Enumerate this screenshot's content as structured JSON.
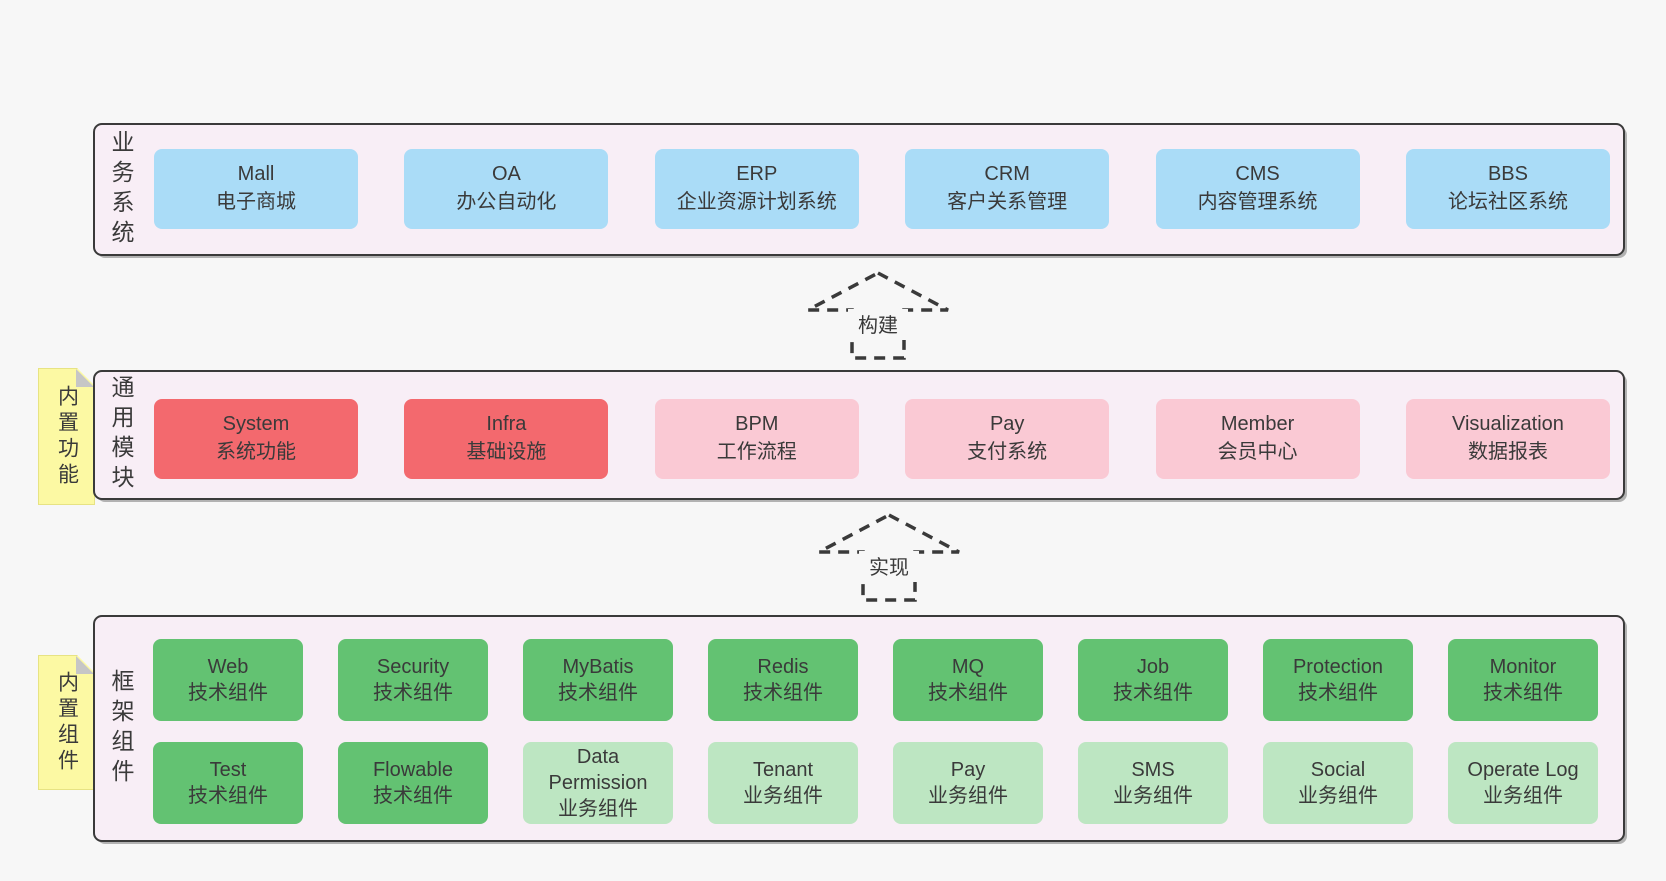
{
  "colors": {
    "page_bg": "#f7f7f7",
    "section_bg": "#f8eef6",
    "section_border": "#3a3a3a",
    "blue_box": "#aadcf7",
    "red_box": "#f3696e",
    "pink_box": "#fac9d4",
    "green_box": "#63c272",
    "light_green_box": "#bde6c2",
    "note_bg": "#fcf9a3",
    "text": "#3a3a3a"
  },
  "business_section": {
    "label": "业务系统",
    "boxes": [
      {
        "title": "Mall",
        "subtitle": "电子商城"
      },
      {
        "title": "OA",
        "subtitle": "办公自动化"
      },
      {
        "title": "ERP",
        "subtitle": "企业资源计划系统"
      },
      {
        "title": "CRM",
        "subtitle": "客户关系管理"
      },
      {
        "title": "CMS",
        "subtitle": "内容管理系统"
      },
      {
        "title": "BBS",
        "subtitle": "论坛社区系统"
      }
    ]
  },
  "build_arrow": {
    "label": "构建"
  },
  "modules_section": {
    "label": "通用模块",
    "note": "内置功能",
    "boxes": [
      {
        "title": "System",
        "subtitle": "系统功能"
      },
      {
        "title": "Infra",
        "subtitle": "基础设施"
      },
      {
        "title": "BPM",
        "subtitle": "工作流程"
      },
      {
        "title": "Pay",
        "subtitle": "支付系统"
      },
      {
        "title": "Member",
        "subtitle": "会员中心"
      },
      {
        "title": "Visualization",
        "subtitle": "数据报表"
      }
    ]
  },
  "implement_arrow": {
    "label": "实现"
  },
  "framework_section": {
    "label": "框架组件",
    "note": "内置组件",
    "row1": [
      {
        "title": "Web",
        "subtitle": "技术组件"
      },
      {
        "title": "Security",
        "subtitle": "技术组件"
      },
      {
        "title": "MyBatis",
        "subtitle": "技术组件"
      },
      {
        "title": "Redis",
        "subtitle": "技术组件"
      },
      {
        "title": "MQ",
        "subtitle": "技术组件"
      },
      {
        "title": "Job",
        "subtitle": "技术组件"
      },
      {
        "title": "Protection",
        "subtitle": "技术组件"
      },
      {
        "title": "Monitor",
        "subtitle": "技术组件"
      }
    ],
    "row2": [
      {
        "title": "Test",
        "subtitle": "技术组件"
      },
      {
        "title": "Flowable",
        "subtitle": "技术组件"
      },
      {
        "title": "Data Permission",
        "subtitle": "业务组件"
      },
      {
        "title": "Tenant",
        "subtitle": "业务组件"
      },
      {
        "title": "Pay",
        "subtitle": "业务组件"
      },
      {
        "title": "SMS",
        "subtitle": "业务组件"
      },
      {
        "title": "Social",
        "subtitle": "业务组件"
      },
      {
        "title": "Operate Log",
        "subtitle": "业务组件"
      }
    ]
  }
}
